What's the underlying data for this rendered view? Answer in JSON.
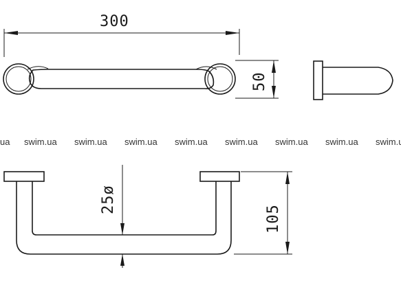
{
  "dimensions": {
    "length": "300",
    "height": "50",
    "tube_diameter": "25ø",
    "projection": "105"
  },
  "watermark": {
    "partial_left": "ua",
    "items": [
      "swim.ua",
      "swim.ua",
      "swim.ua",
      "swim.ua",
      "swim.ua",
      "swim.ua",
      "swim.ua",
      "swim.ua"
    ]
  },
  "colors": {
    "line": "#1a1a1a",
    "watermark": "#333333",
    "background": "#ffffff"
  }
}
